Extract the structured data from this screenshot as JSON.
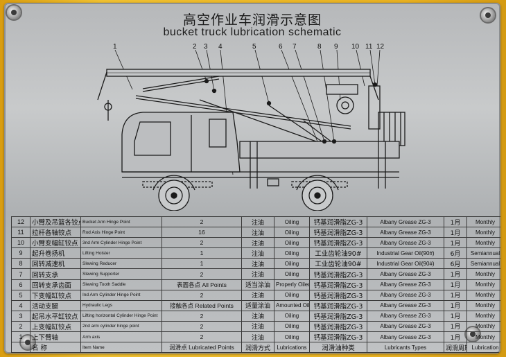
{
  "title_cn": "高空作业车润滑示意图",
  "title_en": "bucket truck lubrication schematic",
  "callouts": [
    "1",
    "2",
    "3",
    "4",
    "5",
    "6",
    "7",
    "8",
    "9",
    "10",
    "11",
    "12"
  ],
  "table": {
    "rows": [
      {
        "num": "12",
        "cn": "小臂及吊篮各铰点",
        "en": "Bucket Arm Hinge Point",
        "points": "2",
        "lub_cn": "注油",
        "lub_en": "Oiling",
        "oil_cn": "钙基润滑脂ZG-3",
        "oil_en": "Albany Grease ZG-3",
        "per_cn": "1月",
        "per_en": "Monthly"
      },
      {
        "num": "11",
        "cn": "拉杆各轴铰点",
        "en": "Rod Axis Hinge Point",
        "points": "16",
        "lub_cn": "注油",
        "lub_en": "Oiling",
        "oil_cn": "钙基润滑脂ZG-3",
        "oil_en": "Albany Grease ZG-3",
        "per_cn": "1月",
        "per_en": "Monthly"
      },
      {
        "num": "10",
        "cn": "小臂变幅缸铰点",
        "en": "3nd Arm Cylinder Hinge Point",
        "points": "2",
        "lub_cn": "注油",
        "lub_en": "Oiling",
        "oil_cn": "钙基润滑脂ZG-3",
        "oil_en": "Albany Grease ZG-3",
        "per_cn": "1月",
        "per_en": "Monthly"
      },
      {
        "num": "9",
        "cn": "起升卷扬机",
        "en": "Lifting Hoister",
        "points": "1",
        "lub_cn": "注油",
        "lub_en": "Oiling",
        "oil_cn": "工业齿轮油90#",
        "oil_en": "Industrial Gear Oil(90#)",
        "per_cn": "6月",
        "per_en": "Semiannual"
      },
      {
        "num": "8",
        "cn": "回转减速机",
        "en": "Slewing Reducer",
        "points": "1",
        "lub_cn": "注油",
        "lub_en": "Oiling",
        "oil_cn": "工业齿轮油90#",
        "oil_en": "Industrial Gear Oil(90#)",
        "per_cn": "6月",
        "per_en": "Semiannual"
      },
      {
        "num": "7",
        "cn": "回转支承",
        "en": "Slewing Supporter",
        "points": "2",
        "lub_cn": "注油",
        "lub_en": "Oiling",
        "oil_cn": "钙基润滑脂ZG-3",
        "oil_en": "Albany Grease ZG-3",
        "per_cn": "1月",
        "per_en": "Monthly"
      },
      {
        "num": "6",
        "cn": "回转支承齿面",
        "en": "Slewing Tooth Saddle",
        "points": "表面各点 All Points",
        "lub_cn": "适当涂油",
        "lub_en": "Properly Oiled",
        "oil_cn": "钙基润滑脂ZG-3",
        "oil_en": "Albany Grease ZG-3",
        "per_cn": "1月",
        "per_en": "Monthly"
      },
      {
        "num": "5",
        "cn": "下变幅缸铰点",
        "en": "Ind Arm Cylinder Hinge Point",
        "points": "2",
        "lub_cn": "注油",
        "lub_en": "Oiling",
        "oil_cn": "钙基润滑脂ZG-3",
        "oil_en": "Albany Grease ZG-3",
        "per_cn": "1月",
        "per_en": "Monthly"
      },
      {
        "num": "4",
        "cn": "活动支腿",
        "en": "Hydraulic Legs",
        "points": "接触各点 Related Points",
        "lub_cn": "适量涂油",
        "lub_en": "Amounted Oiling",
        "oil_cn": "钙基润滑脂ZG-3",
        "oil_en": "Albany Grease ZG-3",
        "per_cn": "1月",
        "per_en": "Monthly"
      },
      {
        "num": "3",
        "cn": "起吊水平缸铰点",
        "en": "Lifting horizontal Cylinder Hinge Point",
        "points": "2",
        "lub_cn": "注油",
        "lub_en": "Oiling",
        "oil_cn": "钙基润滑脂ZG-3",
        "oil_en": "Albany Grease ZG-3",
        "per_cn": "1月",
        "per_en": "Monthly"
      },
      {
        "num": "2",
        "cn": "上变幅缸铰点",
        "en": "2nd arm cylinder hinge point",
        "points": "2",
        "lub_cn": "注油",
        "lub_en": "Oiling",
        "oil_cn": "钙基润滑脂ZG-3",
        "oil_en": "Albany Grease ZG-3",
        "per_cn": "1月",
        "per_en": "Monthly"
      },
      {
        "num": "1",
        "cn": "上下臂轴",
        "en": "Arm axis",
        "points": "2",
        "lub_cn": "注油",
        "lub_en": "Oiling",
        "oil_cn": "钙基润滑脂ZG-3",
        "oil_en": "Albany Grease ZG-3",
        "per_cn": "1月",
        "per_en": "Monthly"
      }
    ],
    "footer": {
      "num": "",
      "cn": "名 称",
      "en": "Item Name",
      "points": "润滑点 Lubricated Points",
      "lub_cn": "润滑方式",
      "lub_en": "Lubrications",
      "oil_cn": "润滑油种类",
      "oil_en": "Lubricants Types",
      "per_cn": "润滑周期",
      "per_en": "Lubrication"
    }
  }
}
